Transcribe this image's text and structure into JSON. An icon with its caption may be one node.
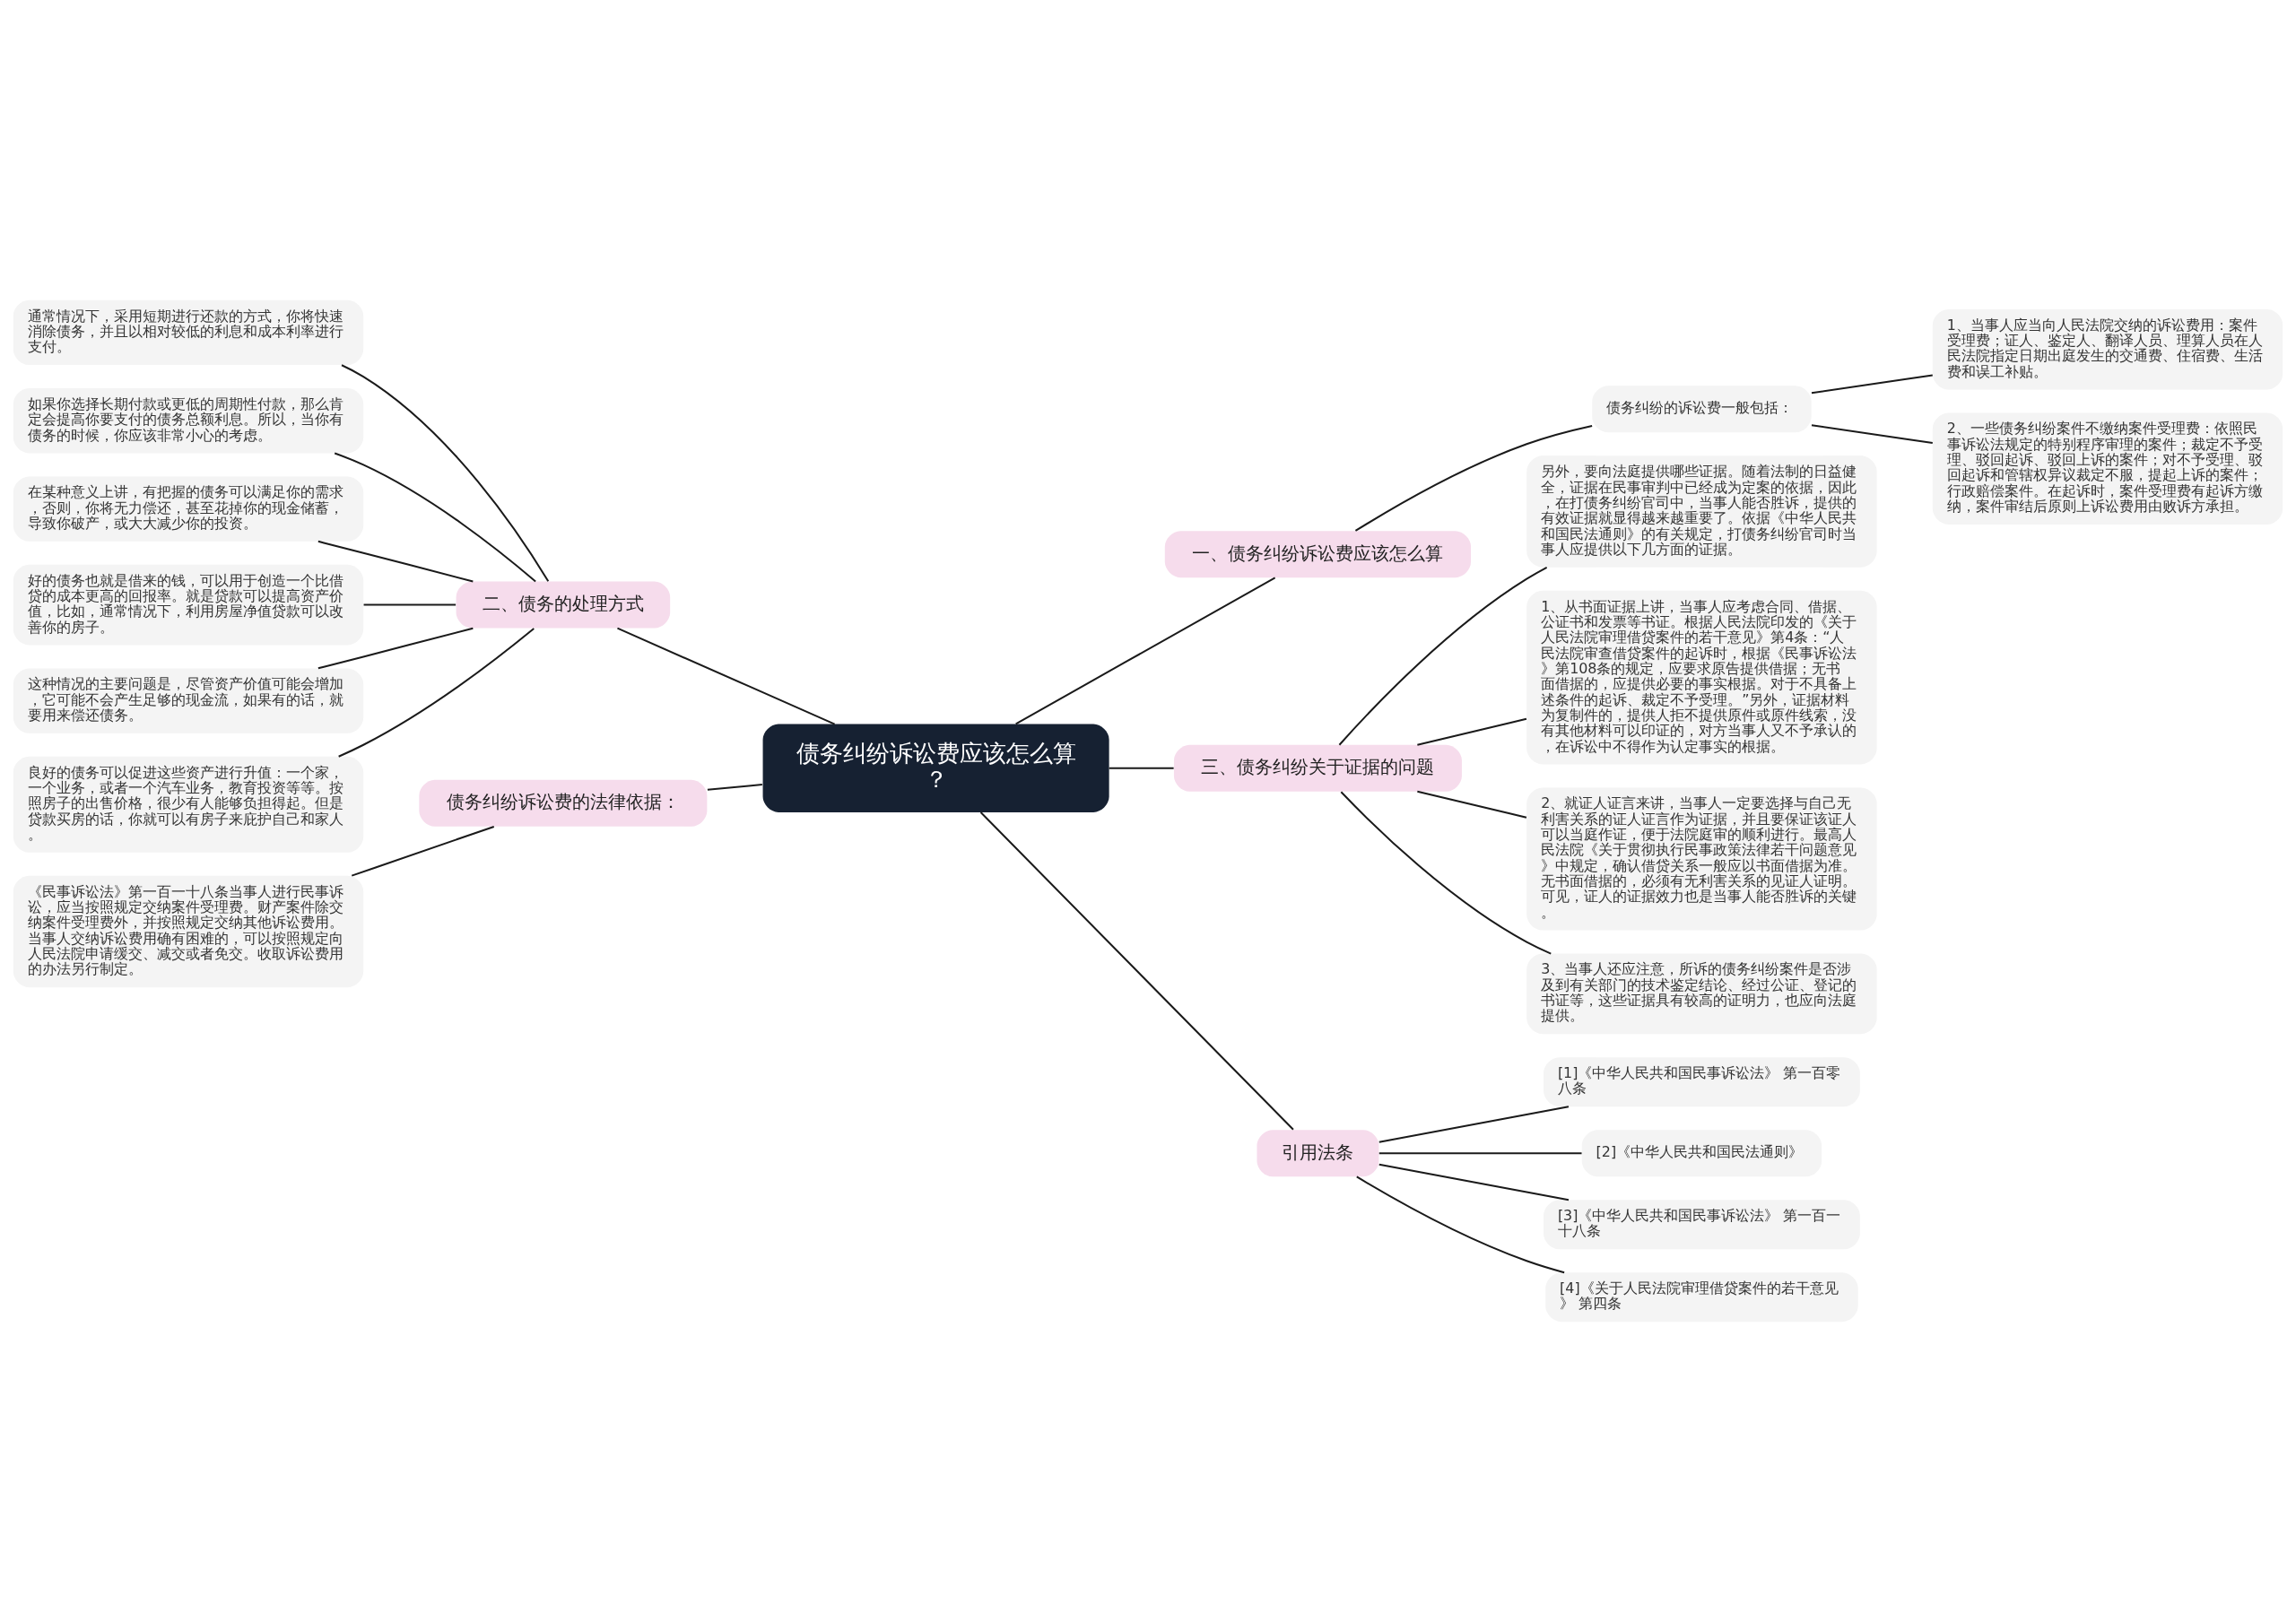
{
  "diagram": {
    "nodes": [
      {
        "text": [
          "债务纠纷诉讼费应该怎么算？"
        ]
      },
      {
        "text": [
          "一、债务纠纷诉讼费应该怎么算"
        ]
      },
      {
        "text": [
          "债务纠纷的诉讼费一般包括："
        ]
      },
      {
        "text": [
          "1、当事人应当向人民法院交纳的诉讼费用：案件受理费；证人、鉴定人、翻译人员、理算人员在人民法院指定日期出庭发生的交通费、住宿费、生活费和误工补贴。"
        ]
      },
      {
        "text": [
          "2、一些债务纠纷案件不缴纳案件受理费：依照民事诉讼法规定的特别程序审理的案件；裁定不予受理、驳回起诉、驳回上诉的案件；对不予受理、驳回起诉和管辖权异议裁定不服，提起上诉的案件；行政赔偿案件。在起诉时，案件受理费有起诉方缴纳，案件审结后原则上诉讼费用由败诉方承担。"
        ]
      },
      {
        "text": [
          "二、债务的处理方式"
        ]
      },
      {
        "text": [
          "通常情况下，采用短期进行还款的方式，你将快速消除债务，并且以相对较低的利息和成本利率进行支付。"
        ]
      },
      {
        "text": [
          "如果你选择长期付款或更低的周期性付款，那么肯定会提高你要支付的债务总额利息。所以，当你有债务的时候，你应该非常小心的考虑。"
        ]
      },
      {
        "text": [
          "在某种意义上讲，有把握的债务可以满足你的需求，否则，你将无力偿还，甚至花掉你的现金储蓄，导致你破产，或大大减少你的投资。"
        ]
      },
      {
        "text": [
          "好的债务也就是借来的钱，可以用于创造一个比借贷的成本更高的回报率。就是贷款可以提高资产价值，比如，通常情况下，利用房屋净值贷款可以改善你的房子。"
        ]
      },
      {
        "text": [
          "这种情况的主要问题是，尽管资产价值可能会增加，它可能不会产生足够的现金流，如果有的话，就要用来偿还债务。"
        ]
      },
      {
        "text": [
          "良好的债务可以促进这些资产进行升值：一个家，一个业务，或者一个汽车业务，教育投资等等。按照房子的出售价格，很少有人能够负担得起。但是贷款买房的话，你就可以有房子来庇护自己和家人。"
        ]
      },
      {
        "text": [
          "三、债务纠纷关于证据的问题"
        ]
      },
      {
        "text": [
          "另外，要向法庭提供哪些证据。随着法制的日益健全，证据在民事审判中已经成为定案的依据，因此，在打债务纠纷官司中，当事人能否胜诉，提供的有效证据就显得越来越重要了。依据《中华人民共和国民法通则》的有关规定，打债务纠纷官司时当事人应提供以下几方面的证据。"
        ]
      },
      {
        "text": [
          "1、从书面证据上讲，当事人应考虑合同、借据、公证书和发票等书证。根据人民法院印发的《关于人民法院审理借贷案件的若干意见》第4条：“人民法院审查借贷案件的起诉时，根据《民事诉讼法》第108条的规定，应要求原告提供借据；无书面借据的，应提供必要的事实根据。对于不具备上述条件的起诉、裁定不予受理。”另外，证据材料为复制件的，提供人拒不提供原件或原件线索，没有其他材料可以印证的，对方当事人又不予承认的，在诉讼中不得作为认定事实的根据。"
        ]
      },
      {
        "text": [
          "2、就证人证言来讲，当事人一定要选择与自己无利害关系的证人证言作为证据，并且要保证该证人可以当庭作证，便于法院庭审的顺利进行。最高人民法院《关于贯彻执行民事政策法律若干问题意见》中规定，确认借贷关系一般应以书面借据为准。无书面借据的，必须有无利害关系的见证人证明。可见，证人的证据效力也是当事人能否胜诉的关键。"
        ]
      },
      {
        "text": [
          "3、当事人还应注意，所诉的债务纠纷案件是否涉及到有关部门的技术鉴定结论、经过公证、登记的书证等，这些证据具有较高的证明力，也应向法庭提供。"
        ]
      },
      {
        "text": [
          "债务纠纷诉讼费的法律依据："
        ]
      },
      {
        "text": [
          "《民事诉讼法》第一百一十八条当事人进行民事诉讼，应当按照规定交纳案件受理费。财产案件除交纳案件受理费外，并按照规定交纳其他诉讼费用。当事人交纳诉讼费用确有困难的，可以按照规定向人民法院申请缓交、减交或者免交。收取诉讼费用的办法另行制定。"
        ]
      },
      {
        "text": [
          "引用法条"
        ]
      },
      {
        "text": [
          "[1]《中华人民共和国民事诉讼法》 第一百零八条"
        ]
      },
      {
        "text": [
          "[2]《中华人民共和国民法通则》"
        ]
      },
      {
        "text": [
          "[3]《中华人民共和国民事诉讼法》 第一百一十八条"
        ]
      },
      {
        "text": [
          "[4]《关于人民法院审理借贷案件的若干意见》 第四条"
        ]
      }
    ],
    "edges": [
      {
        "from": 0,
        "to": 1,
        "arrow": "none"
      },
      {
        "from": 1,
        "to": 2,
        "arrow": "none"
      },
      {
        "from": 2,
        "to": 3,
        "arrow": "none"
      },
      {
        "from": 2,
        "to": 4,
        "arrow": "none"
      },
      {
        "from": 0,
        "to": 5,
        "arrow": "none"
      },
      {
        "from": 5,
        "to": 6,
        "arrow": "none"
      },
      {
        "from": 5,
        "to": 7,
        "arrow": "none"
      },
      {
        "from": 5,
        "to": 8,
        "arrow": "none"
      },
      {
        "from": 5,
        "to": 9,
        "arrow": "none"
      },
      {
        "from": 5,
        "to": 10,
        "arrow": "none"
      },
      {
        "from": 5,
        "to": 11,
        "arrow": "none"
      },
      {
        "from": 0,
        "to": 12,
        "arrow": "none"
      },
      {
        "from": 12,
        "to": 13,
        "arrow": "none"
      },
      {
        "from": 12,
        "to": 14,
        "arrow": "none"
      },
      {
        "from": 12,
        "to": 15,
        "arrow": "none"
      },
      {
        "from": 12,
        "to": 16,
        "arrow": "none"
      },
      {
        "from": 0,
        "to": 17,
        "arrow": "none"
      },
      {
        "from": 17,
        "to": 18,
        "arrow": "none"
      },
      {
        "from": 0,
        "to": 19,
        "arrow": "none"
      },
      {
        "from": 19,
        "to": 20,
        "arrow": "none"
      },
      {
        "from": 19,
        "to": 21,
        "arrow": "none"
      },
      {
        "from": 19,
        "to": 22,
        "arrow": "none"
      },
      {
        "from": 19,
        "to": 23,
        "arrow": "none"
      }
    ]
  }
}
